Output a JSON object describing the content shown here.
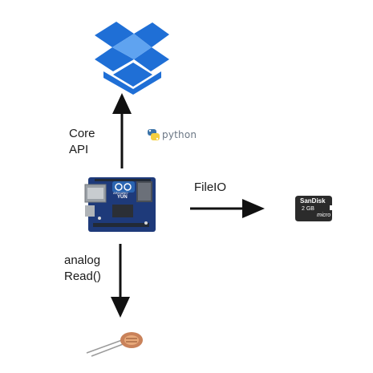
{
  "labels": {
    "core_api_line1": "Core",
    "core_api_line2": "API",
    "analog_line1": "analog",
    "analog_line2": "Read()",
    "fileio": "FileIO",
    "python": "python"
  },
  "board": {
    "brand_text": "ARDUINO",
    "model_text": "YÚN"
  },
  "sdcard": {
    "brand": "SanDisk",
    "capacity": "2 GB",
    "format": "micro"
  },
  "colors": {
    "dropbox": "#1f6fd6",
    "dropbox_dark": "#0d4fb0",
    "arrow": "#111111",
    "board": "#1e3a7a",
    "python_blue": "#3b73a8",
    "python_yellow": "#f5cf3f",
    "sd_body": "#2b2b2b"
  }
}
